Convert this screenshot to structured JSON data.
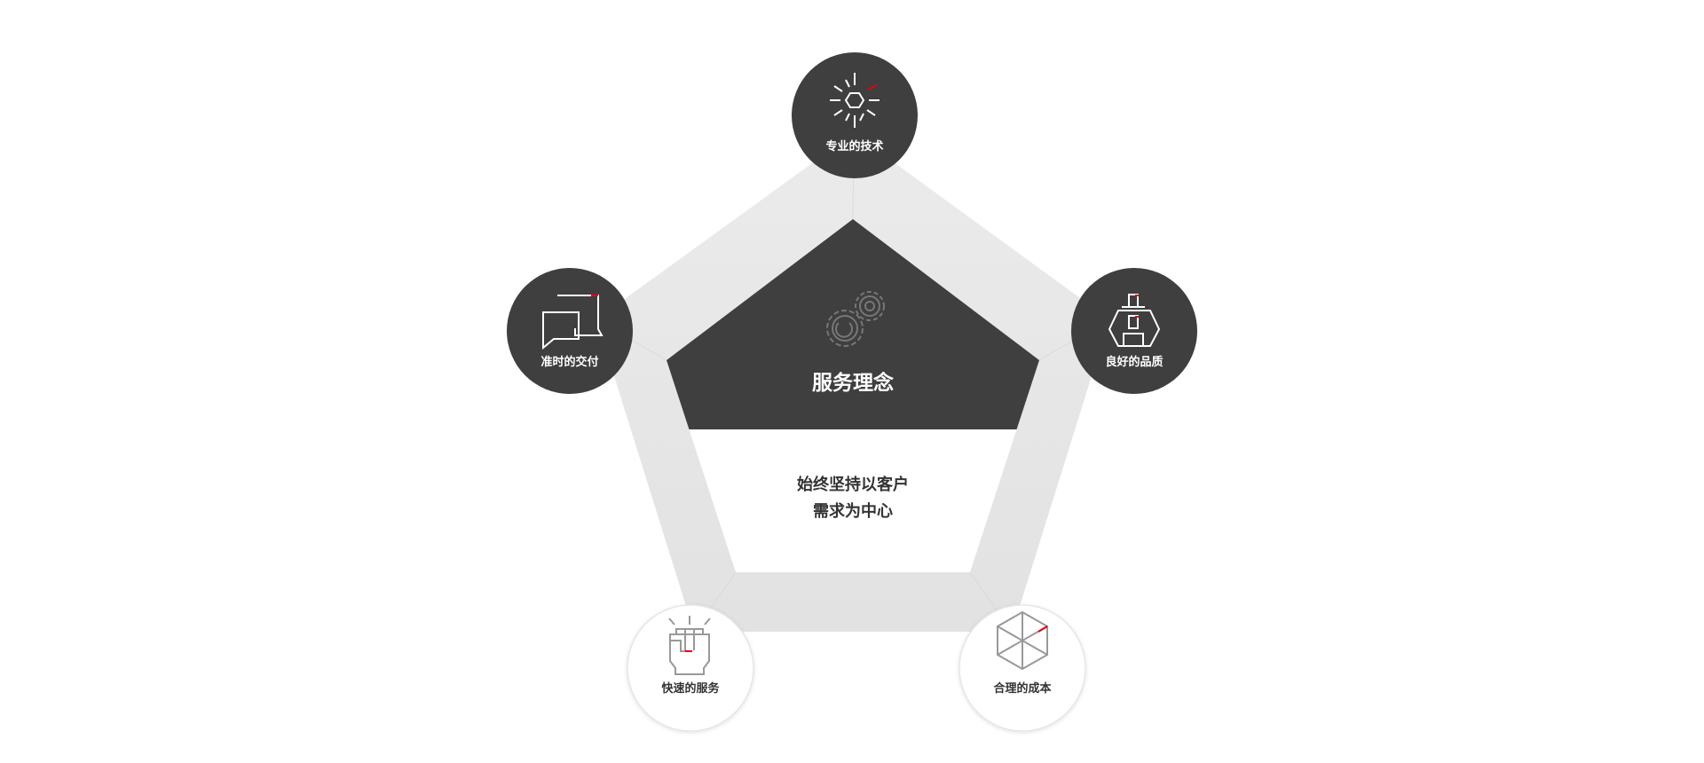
{
  "center": {
    "title": "服务理念",
    "subtitle_line1": "始终坚持以客户",
    "subtitle_line2": "需求为中心",
    "icon": "gears-icon"
  },
  "nodes": [
    {
      "label": "专业的技术",
      "icon": "sparkle-icon",
      "style": "dark"
    },
    {
      "label": "良好的品质",
      "icon": "quality-badge-icon",
      "style": "dark"
    },
    {
      "label": "合理的成本",
      "icon": "cube-icon",
      "style": "light"
    },
    {
      "label": "快速的服务",
      "icon": "fist-icon",
      "style": "light"
    },
    {
      "label": "准时的交付",
      "icon": "chat-bubbles-icon",
      "style": "dark"
    }
  ],
  "colors": {
    "dark": "#3f3f3f",
    "band": "#e4e4e4",
    "accent": "#e60012",
    "text": "#333333"
  }
}
